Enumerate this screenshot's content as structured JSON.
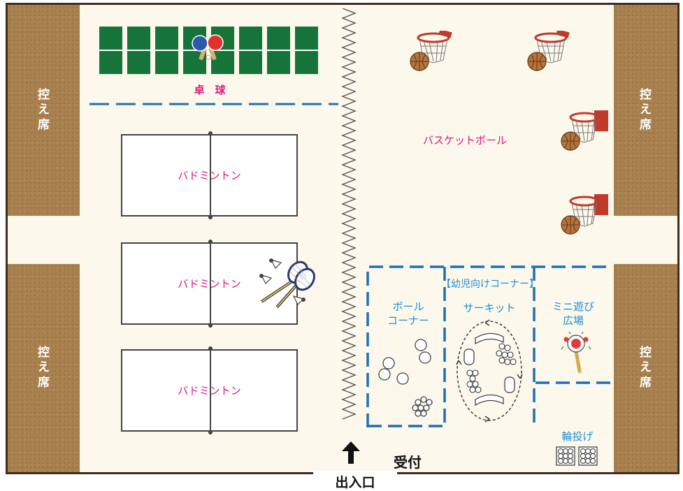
{
  "seating": {
    "label_chars": [
      "控",
      "え",
      "席"
    ]
  },
  "areas": {
    "table_tennis": "卓　球",
    "badminton": [
      "バドミントン",
      "バドミントン",
      "バドミントン"
    ],
    "basketball": "バスケットボール"
  },
  "kids_corner": {
    "title": "【幼児向けコーナー】",
    "ball_corner": [
      "ボール",
      "コーナー"
    ],
    "circuit": "サーキット",
    "mini_play": [
      "ミニ遊び",
      "広場"
    ],
    "ring_toss": "輪投げ"
  },
  "reception": "受付",
  "entrance": "出入口",
  "colors": {
    "floor": "#fcf8ec",
    "seating": "#a9814f",
    "table_green": "#16743a",
    "label_pink": "#e2147c",
    "label_blue": "#1f8ed6",
    "divider_blue": "#1f6fb6",
    "wall": "#3e2e22"
  },
  "icons": [
    "ping-pong-paddles-icon",
    "badminton-rackets-icon",
    "shuttlecock-icon",
    "basketball-hoop-icon",
    "ball-icon",
    "rattle-toy-icon",
    "ring-toss-icon",
    "up-arrow-icon"
  ]
}
